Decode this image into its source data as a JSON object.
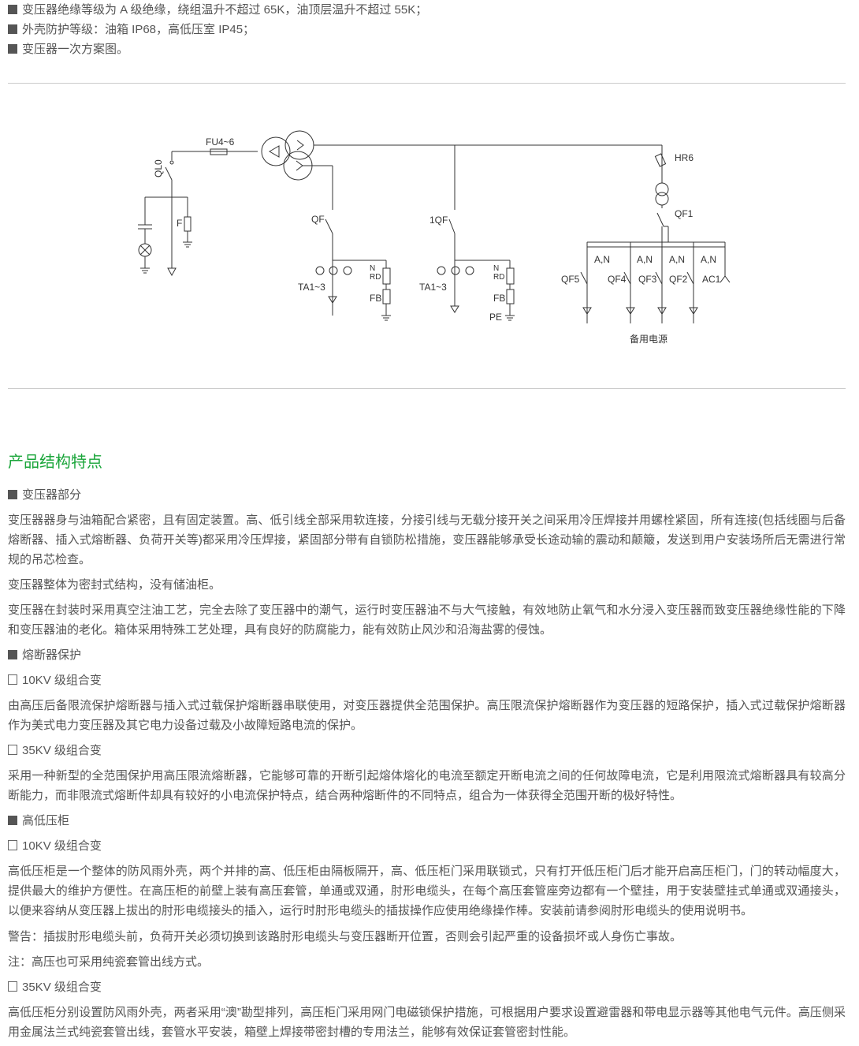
{
  "top_list": [
    "变压器绝缘等级为 A 级绝缘，绕组温升不超过 65K，油顶层温升不超过 55K；",
    "外壳防护等级：油箱 IP68，高低压室 IP45；",
    "变压器一次方案图。"
  ],
  "diagram": {
    "labels": {
      "fu": "FU4~6",
      "ql0": "QL0",
      "f": "F",
      "qf": "QF",
      "qf1a": "1QF",
      "ta_a": "TA1~3",
      "ta_b": "TA1~3",
      "n_a": "N",
      "rd_a": "RD",
      "fb_a": "FB",
      "n_b": "N",
      "rd_b": "RD",
      "fb_b": "FB",
      "pe": "PE",
      "hr6": "HR6",
      "qf1": "QF1",
      "an1": "A,N",
      "an2": "A,N",
      "an3": "A,N",
      "an4": "A,N",
      "qf5": "QF5",
      "qf4": "QF4",
      "qf3": "QF3",
      "qf2": "QF2",
      "ac1": "AC1",
      "backup": "备用电源"
    }
  },
  "section_title": "产品结构特点",
  "sections": {
    "transformer_heading": "变压器部分",
    "transformer_p1": "变压器器身与油箱配合紧密，且有固定装置。高、低引线全部采用软连接，分接引线与无载分接开关之间采用冷压焊接并用螺栓紧固，所有连接(包括线圈与后备熔断器、插入式熔断器、负荷开关等)都采用冷压焊接，紧固部分带有自锁防松措施，变压器能够承受长途动输的震动和颠簸，发送到用户安装场所后无需进行常规的吊芯检查。",
    "transformer_p2": "变压器整体为密封式结构，没有储油柜。",
    "transformer_p3": "变压器在封装时采用真空注油工艺，完全去除了变压器中的潮气，运行时变压器油不与大气接触，有效地防止氧气和水分浸入变压器而致变压器绝缘性能的下降和变压器油的老化。箱体采用特殊工艺处理，具有良好的防腐能力，能有效防止风沙和沿海盐雾的侵蚀。",
    "fuse_heading": "熔断器保护",
    "fuse_10kv": "10KV 级组合变",
    "fuse_10kv_p": "由高压后备限流保护熔断器与插入式过载保护熔断器串联使用，对变压器提供全范围保护。高压限流保护熔断器作为变压器的短路保护，插入式过载保护熔断器作为美式电力变压器及其它电力设备过载及小故障短路电流的保护。",
    "fuse_35kv": "35KV 级组合变",
    "fuse_35kv_p": "采用一种新型的全范围保护用高压限流熔断器，它能够可靠的开断引起熔体熔化的电流至额定开断电流之间的任何故障电流，它是利用限流式熔断器具有较高分断能力，而非限流式熔断件却具有较好的小电流保护特点，结合两种熔断件的不同特点，组合为一体获得全范围开断的极好特性。",
    "cabinet_heading": "高低压柜",
    "cabinet_10kv": "10KV 级组合变",
    "cabinet_10kv_p": "高低压柜是一个整体的防风雨外壳，两个并排的高、低压柜由隔板隔开，高、低压柜门采用联锁式，只有打开低压柜门后才能开启高压柜门，门的转动幅度大，提供最大的维护方便性。在高压柜的前壁上装有高压套管，单通或双通，肘形电缆头，在每个高压套管座旁边都有一个壁挂，用于安装壁挂式单通或双通接头，以便来容纳从变压器上拔出的肘形电缆接头的插入，运行时肘形电缆头的插拔操作应使用绝缘操作棒。安装前请参阅肘形电缆头的使用说明书。",
    "warning": "警告：插拔肘形电缆头前，负荷开关必须切换到该路肘形电缆头与变压器断开位置，否则会引起严重的设备损坏或人身伤亡事故。",
    "note": "注：高压也可采用纯瓷套管出线方式。",
    "cabinet_35kv": "35KV 级组合变",
    "cabinet_35kv_p": "高低压柜分别设置防风雨外壳，两者采用“澳”勘型排列，高压柜门采用网门电磁锁保护措施，可根据用户要求设置避雷器和带电显示器等其他电气元件。高压侧采用金属法兰式纯瓷套管出线，套管水平安装，箱壁上焊接带密封槽的专用法兰，能够有效保证套管密封性能。"
  }
}
